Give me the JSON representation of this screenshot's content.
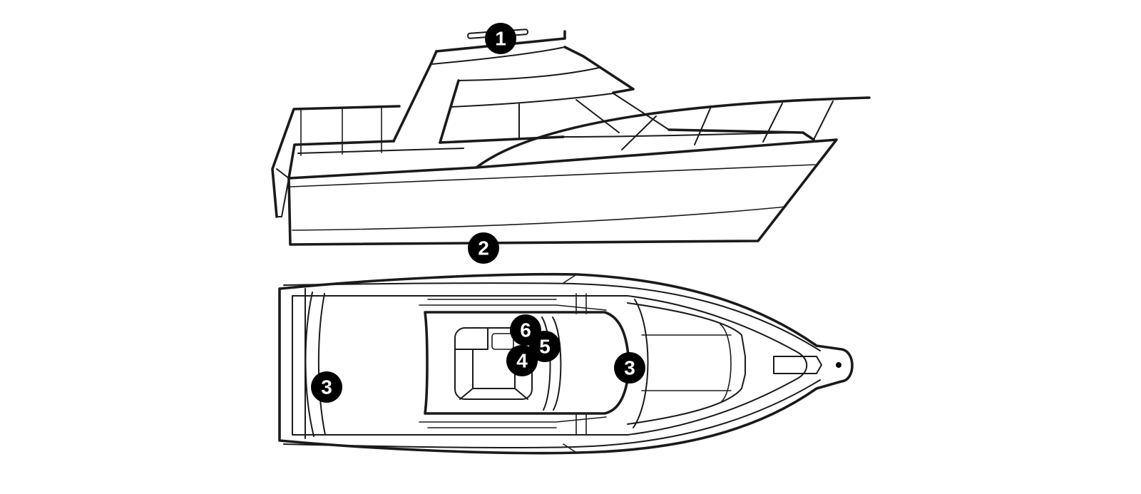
{
  "colors": {
    "line": "#1a1a1a",
    "marker_fill": "#000000",
    "marker_text": "#ffffff",
    "background": "#ffffff"
  },
  "views": [
    {
      "id": "side",
      "title": ""
    },
    {
      "id": "top",
      "title": ""
    }
  ],
  "markers": [
    {
      "id": "marker-1",
      "label": "1"
    },
    {
      "id": "marker-2",
      "label": "2"
    },
    {
      "id": "marker-3-stern",
      "label": "3"
    },
    {
      "id": "marker-3-bow",
      "label": "3"
    },
    {
      "id": "marker-4",
      "label": "4"
    },
    {
      "id": "marker-5",
      "label": "5"
    },
    {
      "id": "marker-6",
      "label": "6"
    }
  ]
}
